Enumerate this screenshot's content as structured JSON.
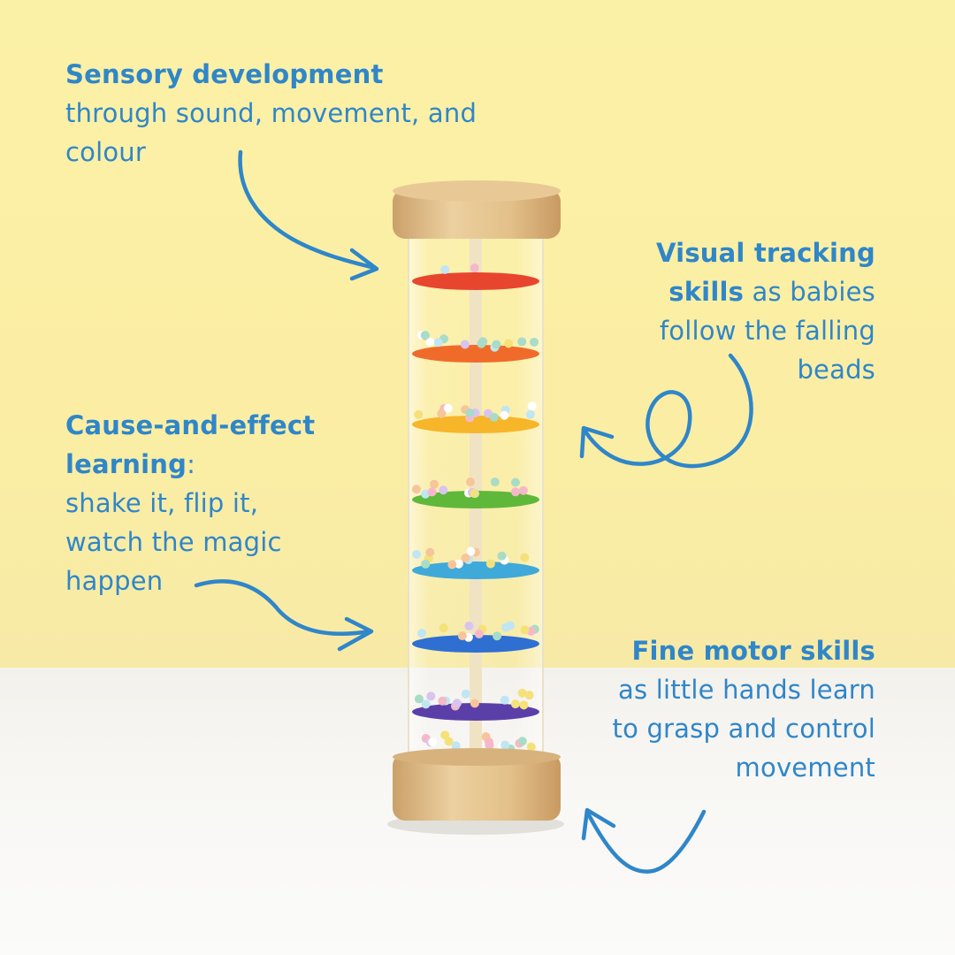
{
  "colors": {
    "text": "#2f86c9",
    "wall": "#fbf0a5",
    "table": "#f7f6f2",
    "wood": "#e6c593"
  },
  "captions": {
    "sensory": {
      "bold": "Sensory development",
      "rest": "through sound, movement, and colour"
    },
    "cause": {
      "bold": "Cause-and-effect learning",
      "after_bold": ":",
      "rest": "shake it, flip it, watch the magic happen"
    },
    "visual": {
      "bold": "Visual tracking skills",
      "rest": " as babies follow the falling beads"
    },
    "motor": {
      "bold": "Fine motor skills",
      "rest": "as little hands learn to grasp and control movement"
    }
  },
  "product": {
    "name_icon": "rainmaker-rattle-toy",
    "tier_colors": [
      "#e8452f",
      "#f06b2a",
      "#f7b52a",
      "#5fb83a",
      "#3fa9d9",
      "#2f6fd1",
      "#5b3fa8"
    ]
  }
}
